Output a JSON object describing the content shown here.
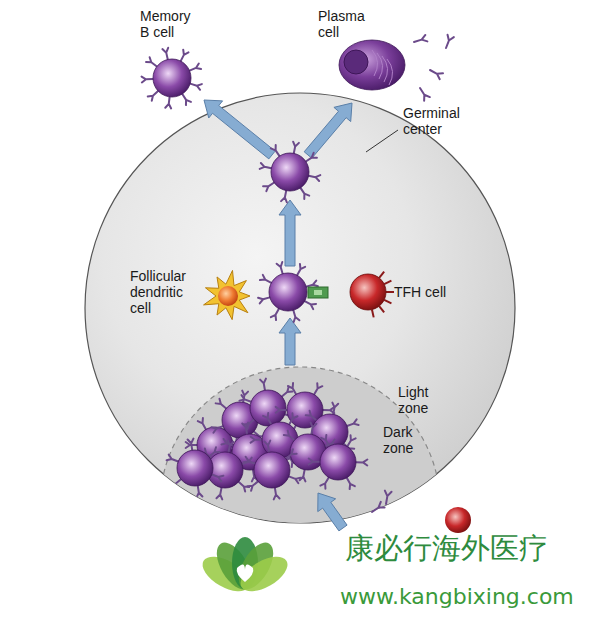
{
  "diagram": {
    "nodes": [
      {
        "text": [
          "Germinal center"
        ]
      },
      {
        "text": [
          "Memory B cell"
        ]
      },
      {
        "text": [
          "Plasma cell"
        ]
      },
      {
        "text": [
          "Follicular dendritic cell"
        ],
        "in": 0
      },
      {
        "text": [
          "TFH cell"
        ],
        "in": 0
      },
      {
        "text": [
          "Dark zone"
        ],
        "in": 0
      }
    ],
    "labels": [
      "Light zone",
      "康必行海外医疗",
      "www.kangbixing.com"
    ]
  }
}
